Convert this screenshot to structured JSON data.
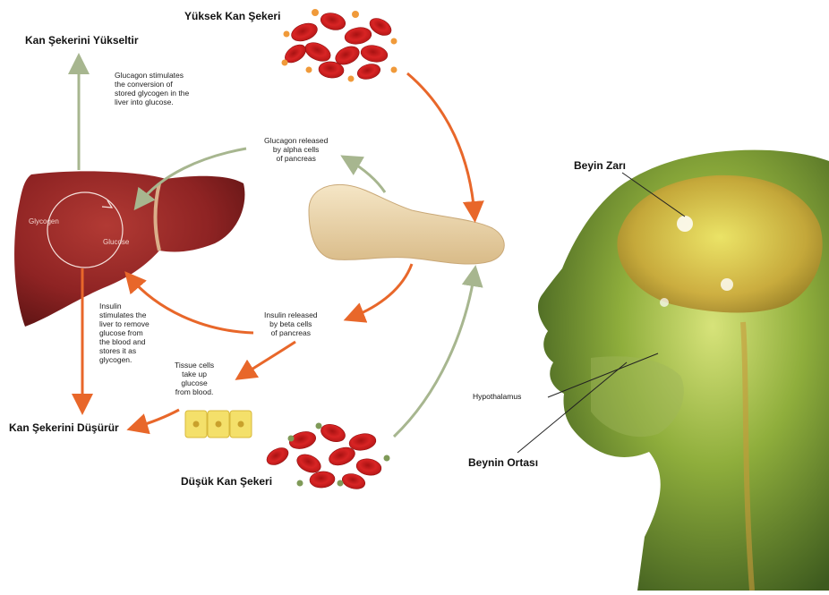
{
  "labels": {
    "high_sugar": "Yüksek Kan Şekeri",
    "raise_sugar": "Kan Şekerini Yükseltir",
    "lower_sugar": "Kan Şekerini Düşürür",
    "low_sugar": "Düşük Kan Şekeri",
    "brain_cortex": "Beyin Zarı",
    "hypothalamus": "Hypothalamus",
    "midbrain": "Beynin Ortası"
  },
  "notes": {
    "glucagon_liver": "Glucagon stimulates\nthe conversion of\nstored glycogen in the\nliver into glucose.",
    "glucagon_release": "Glucagon released\nby alpha cells\nof pancreas",
    "insulin_release": "Insulin released\nby beta cells\nof pancreas",
    "insulin_liver": "Insulin\nstimulates the\nliver to remove\nglucose from\nthe blood and\nstores it as\nglycogen.",
    "tissue_cells": "Tissue cells\ntake up\nglucose\nfrom blood."
  },
  "liver_labels": {
    "glycogen": "Glycogen",
    "glucose": "Glucose"
  },
  "colors": {
    "orange_arrow": "#e8672a",
    "green_arrow": "#a7b68f",
    "blood_cell": "#c81d1d",
    "liver": "#8e2323",
    "pancreas": "#e9d2a8",
    "head": "#7f9c3a"
  }
}
